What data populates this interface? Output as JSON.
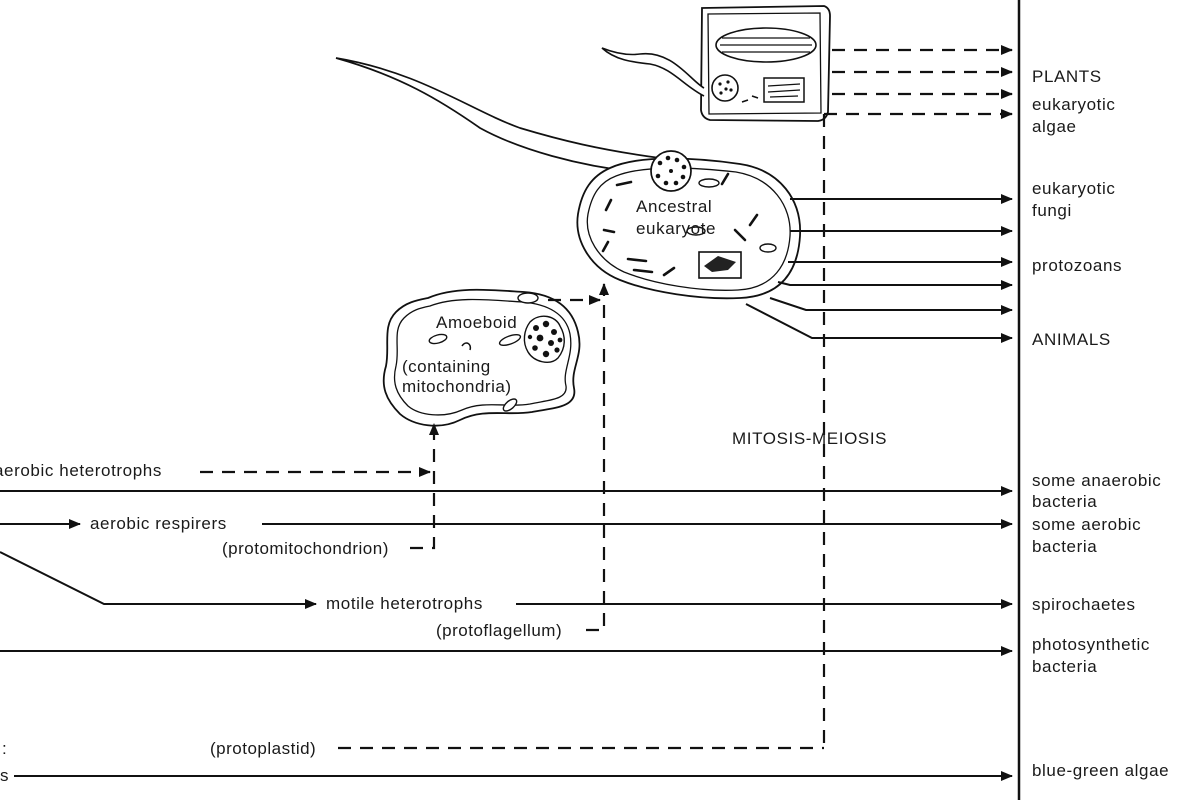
{
  "cells": {
    "ancestral_line1": "Ancestral",
    "ancestral_line2": "eukaryote",
    "amoeboid_line1": "Amoeboid",
    "amoeboid_line2": "(containing",
    "amoeboid_line3": "mitochondria)"
  },
  "lineage_labels": {
    "aerobic_heterotrophs": "aerobic heterotrophs",
    "aerobic_respirers": "aerobic respirers",
    "protomitochondrion": "(protomitochondrion)",
    "motile_heterotrophs": "motile heterotrophs",
    "protoflagellum": "(protoflagellum)",
    "protoplastid": "(protoplastid)",
    "left_fragment_c": ":",
    "left_fragment_s": "s"
  },
  "center_label": "MITOSIS-MEIOSIS",
  "outcomes": {
    "plants": "PLANTS",
    "eukaryotic_algae_1": "eukaryotic",
    "eukaryotic_algae_2": "algae",
    "eukaryotic_fungi_1": "eukaryotic",
    "eukaryotic_fungi_2": "fungi",
    "protozoans": "protozoans",
    "animals": "ANIMALS",
    "anaerobic_bacteria_1": "some anaerobic",
    "anaerobic_bacteria_2": "bacteria",
    "aerobic_bacteria_1": "some aerobic",
    "aerobic_bacteria_2": "bacteria",
    "spirochaetes": "spirochaetes",
    "photosynthetic_1": "photosynthetic",
    "photosynthetic_2": "bacteria",
    "blue_green": "blue-green algae"
  }
}
